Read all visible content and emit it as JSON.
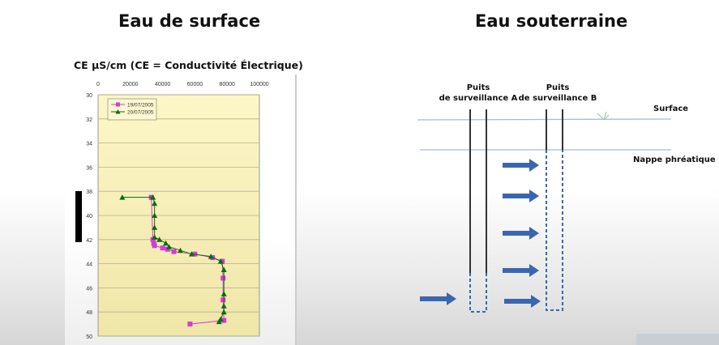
{
  "titles": {
    "left": "Eau de surface",
    "right": "Eau souterraine"
  },
  "chart_caption": "CE µS/cm (CE = Conductivité Électrique)",
  "chart_data": {
    "type": "scatter",
    "title": "CE µS/cm (CE = Conductivité Électrique)",
    "xlim": [
      0,
      100000
    ],
    "ylim": [
      30,
      50
    ],
    "y_inverted": true,
    "x_ticks": [
      "0",
      "20000",
      "40000",
      "60000",
      "80000",
      "100000"
    ],
    "y_ticks": [
      "30",
      "32",
      "34",
      "36",
      "38",
      "40",
      "42",
      "44",
      "46",
      "48",
      "50"
    ],
    "grid": "horizontal",
    "legend_position": "top-left",
    "series": [
      {
        "name": "19/07/2005",
        "color": "#d63ad6",
        "marker": "square",
        "points": [
          [
            33000,
            38.5
          ],
          [
            34000,
            42
          ],
          [
            34500,
            42.3
          ],
          [
            35000,
            42.5
          ],
          [
            40000,
            42.7
          ],
          [
            43000,
            42.8
          ],
          [
            47000,
            43
          ],
          [
            60000,
            43.2
          ],
          [
            71000,
            43.5
          ],
          [
            77000,
            43.8
          ],
          [
            77500,
            45.2
          ],
          [
            77500,
            47
          ],
          [
            78000,
            48.7
          ],
          [
            57000,
            49
          ]
        ]
      },
      {
        "name": "20/07/2005",
        "color": "#0b6b12",
        "marker": "triangle",
        "points": [
          [
            15000,
            38.5
          ],
          [
            34000,
            38.5
          ],
          [
            35000,
            39
          ],
          [
            35000,
            40
          ],
          [
            35000,
            41
          ],
          [
            35000,
            41.8
          ],
          [
            38000,
            42
          ],
          [
            42000,
            42.3
          ],
          [
            44000,
            42.6
          ],
          [
            51000,
            42.9
          ],
          [
            58000,
            43.2
          ],
          [
            70000,
            43.4
          ],
          [
            76000,
            43.8
          ],
          [
            78000,
            44.5
          ],
          [
            78000,
            46.5
          ],
          [
            78000,
            47.5
          ],
          [
            78000,
            48
          ],
          [
            76000,
            48.6
          ],
          [
            75000,
            48.8
          ]
        ]
      }
    ]
  },
  "diagram": {
    "well_a": "Puits\nde surveillance A",
    "well_b": "Puits\nde surveillance B",
    "surface": "Surface",
    "water_table": "Nappe phréatique",
    "arrow_color": "#3a66b0"
  }
}
